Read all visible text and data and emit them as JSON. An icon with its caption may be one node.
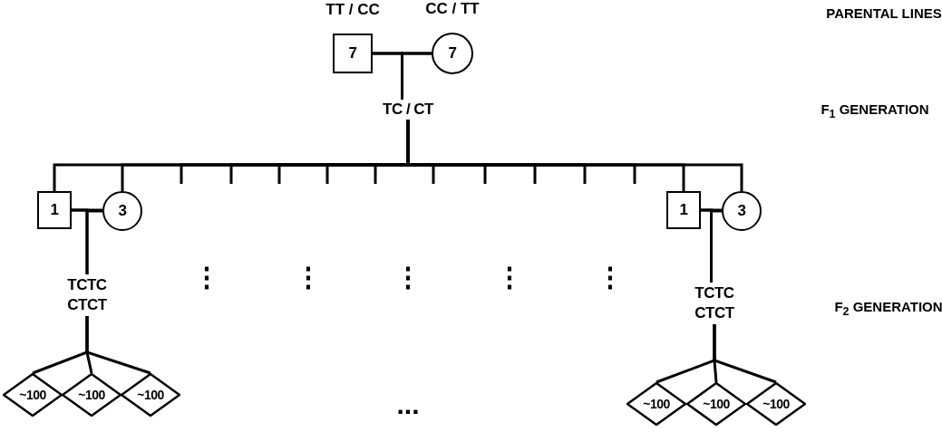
{
  "diagram": {
    "nodes": [
      {
        "text": [
          "7"
        ],
        "beside": [
          "TT / CC"
        ]
      },
      {
        "text": [
          "7"
        ],
        "beside": [
          "CC / TT"
        ]
      },
      {
        "text": [
          "TC / CT"
        ]
      },
      {
        "text": [
          "1"
        ]
      },
      {
        "text": [
          "3"
        ]
      },
      {
        "text": [
          "TCTC CTCT"
        ]
      },
      {
        "text": [
          "~100"
        ]
      },
      {
        "text": [
          "~100"
        ]
      },
      {
        "text": [
          "~100"
        ]
      },
      {
        "text": [
          "1"
        ]
      },
      {
        "text": [
          "3"
        ]
      },
      {
        "text": [
          "TCTC CTCT"
        ]
      },
      {
        "text": [
          "~100"
        ]
      },
      {
        "text": [
          "~100"
        ]
      },
      {
        "text": [
          "~100"
        ]
      }
    ],
    "edges": [
      {
        "from": 0,
        "to": 1,
        "arrow": "none"
      },
      {
        "from": 0,
        "to": 2,
        "arrow": "none"
      },
      {
        "from": 1,
        "to": 2,
        "arrow": "none"
      },
      {
        "from": 2,
        "to": 3,
        "arrow": "none"
      },
      {
        "from": 2,
        "to": 4,
        "arrow": "none"
      },
      {
        "from": 2,
        "to": null,
        "arrow": "none"
      },
      {
        "from": 2,
        "to": null,
        "arrow": "none"
      },
      {
        "from": 2,
        "to": null,
        "arrow": "none"
      },
      {
        "from": 2,
        "to": null,
        "arrow": "none"
      },
      {
        "from": 2,
        "to": null,
        "arrow": "none"
      },
      {
        "from": 2,
        "to": null,
        "arrow": "none"
      },
      {
        "from": 2,
        "to": null,
        "arrow": "none"
      },
      {
        "from": 2,
        "to": null,
        "arrow": "none"
      },
      {
        "from": 2,
        "to": null,
        "arrow": "none"
      },
      {
        "from": 2,
        "to": null,
        "arrow": "none"
      },
      {
        "from": 2,
        "to": 9,
        "arrow": "none"
      },
      {
        "from": 2,
        "to": 10,
        "arrow": "none"
      },
      {
        "from": 3,
        "to": 4,
        "arrow": "none"
      },
      {
        "from": 3,
        "to": 5,
        "arrow": "none"
      },
      {
        "from": 4,
        "to": 5,
        "arrow": "none"
      },
      {
        "from": 5,
        "to": 6,
        "arrow": "none"
      },
      {
        "from": 5,
        "to": 7,
        "arrow": "none"
      },
      {
        "from": 5,
        "to": 8,
        "arrow": "none"
      },
      {
        "from": 9,
        "to": 10,
        "arrow": "none"
      },
      {
        "from": 9,
        "to": 11,
        "arrow": "none"
      },
      {
        "from": 10,
        "to": 11,
        "arrow": "none"
      },
      {
        "from": 11,
        "to": 12,
        "arrow": "none"
      },
      {
        "from": 11,
        "to": 13,
        "arrow": "none"
      },
      {
        "from": 11,
        "to": 14,
        "arrow": "none"
      }
    ],
    "labels": [
      "PARENTAL LINES",
      "F$_{1}$ GENERATION",
      "⋮",
      "⋮",
      "⋮",
      "⋮",
      "⋮",
      "F$_{2}$ GENERATION",
      "..."
    ]
  }
}
